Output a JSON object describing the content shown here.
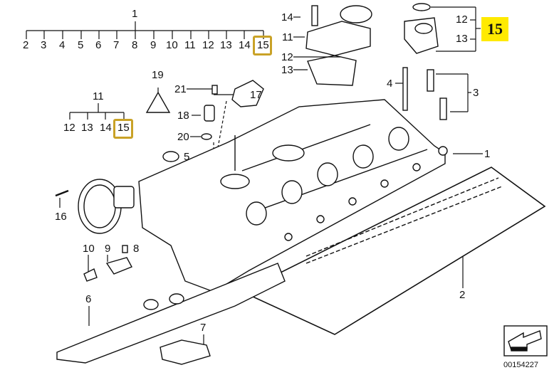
{
  "diagram": {
    "title": "Cylinder head cover parts diagram",
    "drawing_number": "00154227",
    "highlight_color": "#c9a227",
    "badge_color": "#ffea00",
    "top_tree": {
      "parent": "1",
      "children": [
        "2",
        "3",
        "4",
        "5",
        "6",
        "7",
        "8",
        "9",
        "10",
        "11",
        "12",
        "13",
        "14",
        "15"
      ],
      "highlighted": "15"
    },
    "left_tree": {
      "parent": "11",
      "children": [
        "12",
        "13",
        "14",
        "15"
      ],
      "highlighted": "15"
    },
    "badge": {
      "label": "15",
      "children": [
        "12",
        "13"
      ]
    },
    "callouts": {
      "c14": "14",
      "c11": "11",
      "c12": "12",
      "c13": "13",
      "c4": "4",
      "c3": "3",
      "c1": "1",
      "c2": "2",
      "c19": "19",
      "c21": "21",
      "c17": "17",
      "c18": "18",
      "c20": "20",
      "c5": "5",
      "c16": "16",
      "c10": "10",
      "c9": "9",
      "c8": "8",
      "c6": "6",
      "c7": "7"
    }
  }
}
